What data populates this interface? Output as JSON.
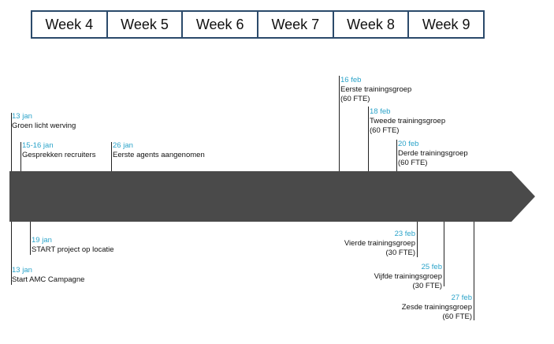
{
  "weeks": [
    "Week 4",
    "Week 5",
    "Week 6",
    "Week 7",
    "Week 8",
    "Week 9"
  ],
  "colors": {
    "bar": "#4a4a4a",
    "date": "#2aa3c9",
    "header_border": "#2b4a6b"
  },
  "events_above": [
    {
      "date": "13 jan",
      "lines": [
        "Groen licht werving"
      ]
    },
    {
      "date": "15-16 jan",
      "lines": [
        "Gesprekken recruiters"
      ]
    },
    {
      "date": "26 jan",
      "lines": [
        "Eerste agents aangenomen"
      ]
    },
    {
      "date": "16 feb",
      "lines": [
        "Eerste trainingsgroep",
        "(60 FTE)"
      ]
    },
    {
      "date": "18 feb",
      "lines": [
        "Tweede trainingsgroep",
        "(60 FTE)"
      ]
    },
    {
      "date": "20  feb",
      "lines": [
        "Derde trainingsgroep",
        "(60 FTE)"
      ]
    }
  ],
  "events_below": [
    {
      "date": "19 jan",
      "lines": [
        "START project op locatie"
      ]
    },
    {
      "date": "13 jan",
      "lines": [
        "Start AMC Campagne"
      ]
    },
    {
      "date": "23  feb",
      "lines": [
        "Vierde trainingsgroep",
        "(30 FTE)"
      ]
    },
    {
      "date": "25 feb",
      "lines": [
        "Vijfde trainingsgroep",
        "(30 FTE)"
      ]
    },
    {
      "date": "27 feb",
      "lines": [
        "Zesde trainingsgroep",
        "(60 FTE)"
      ]
    }
  ]
}
